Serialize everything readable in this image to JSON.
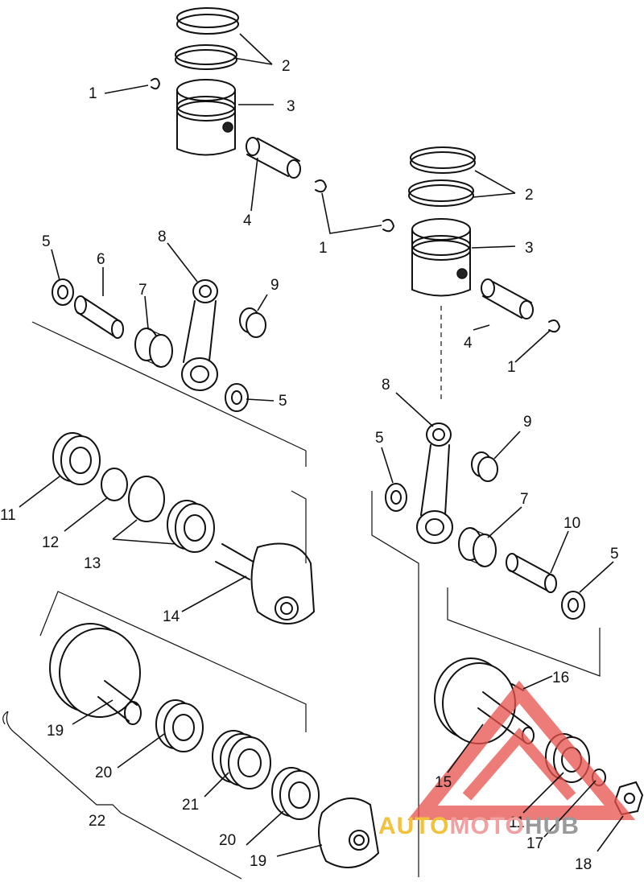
{
  "watermark": {
    "part1": "AUTO",
    "part2": "MOTO",
    "part3": "HUB",
    "triangle_color": "#e8504a",
    "text_color_1": "#f3c23a",
    "text_color_2": "#f0a0a0",
    "text_color_3": "#9a9a9a"
  },
  "callouts": [
    {
      "id": "c-2a",
      "text": "2"
    },
    {
      "id": "c-1a",
      "text": "1"
    },
    {
      "id": "c-3a",
      "text": "3"
    },
    {
      "id": "c-4a",
      "text": "4"
    },
    {
      "id": "c-2b",
      "text": "2"
    },
    {
      "id": "c-1b",
      "text": "1"
    },
    {
      "id": "c-3b",
      "text": "3"
    },
    {
      "id": "c-5a",
      "text": "5"
    },
    {
      "id": "c-6",
      "text": "6"
    },
    {
      "id": "c-8a",
      "text": "8"
    },
    {
      "id": "c-9a",
      "text": "9"
    },
    {
      "id": "c-7a",
      "text": "7"
    },
    {
      "id": "c-4b",
      "text": "4"
    },
    {
      "id": "c-1c",
      "text": "1"
    },
    {
      "id": "c-5b",
      "text": "5"
    },
    {
      "id": "c-8b",
      "text": "8"
    },
    {
      "id": "c-9b",
      "text": "9"
    },
    {
      "id": "c-5c",
      "text": "5"
    },
    {
      "id": "c-11a",
      "text": "11"
    },
    {
      "id": "c-12",
      "text": "12"
    },
    {
      "id": "c-13",
      "text": "13"
    },
    {
      "id": "c-7b",
      "text": "7"
    },
    {
      "id": "c-10",
      "text": "10"
    },
    {
      "id": "c-5d",
      "text": "5"
    },
    {
      "id": "c-14",
      "text": "14"
    },
    {
      "id": "c-16",
      "text": "16"
    },
    {
      "id": "c-19a",
      "text": "19"
    },
    {
      "id": "c-20a",
      "text": "20"
    },
    {
      "id": "c-15",
      "text": "15"
    },
    {
      "id": "c-21",
      "text": "21"
    },
    {
      "id": "c-22",
      "text": "22"
    },
    {
      "id": "c-11b",
      "text": "11"
    },
    {
      "id": "c-20b",
      "text": "20"
    },
    {
      "id": "c-17",
      "text": "17"
    },
    {
      "id": "c-19b",
      "text": "19"
    },
    {
      "id": "c-18",
      "text": "18"
    }
  ]
}
